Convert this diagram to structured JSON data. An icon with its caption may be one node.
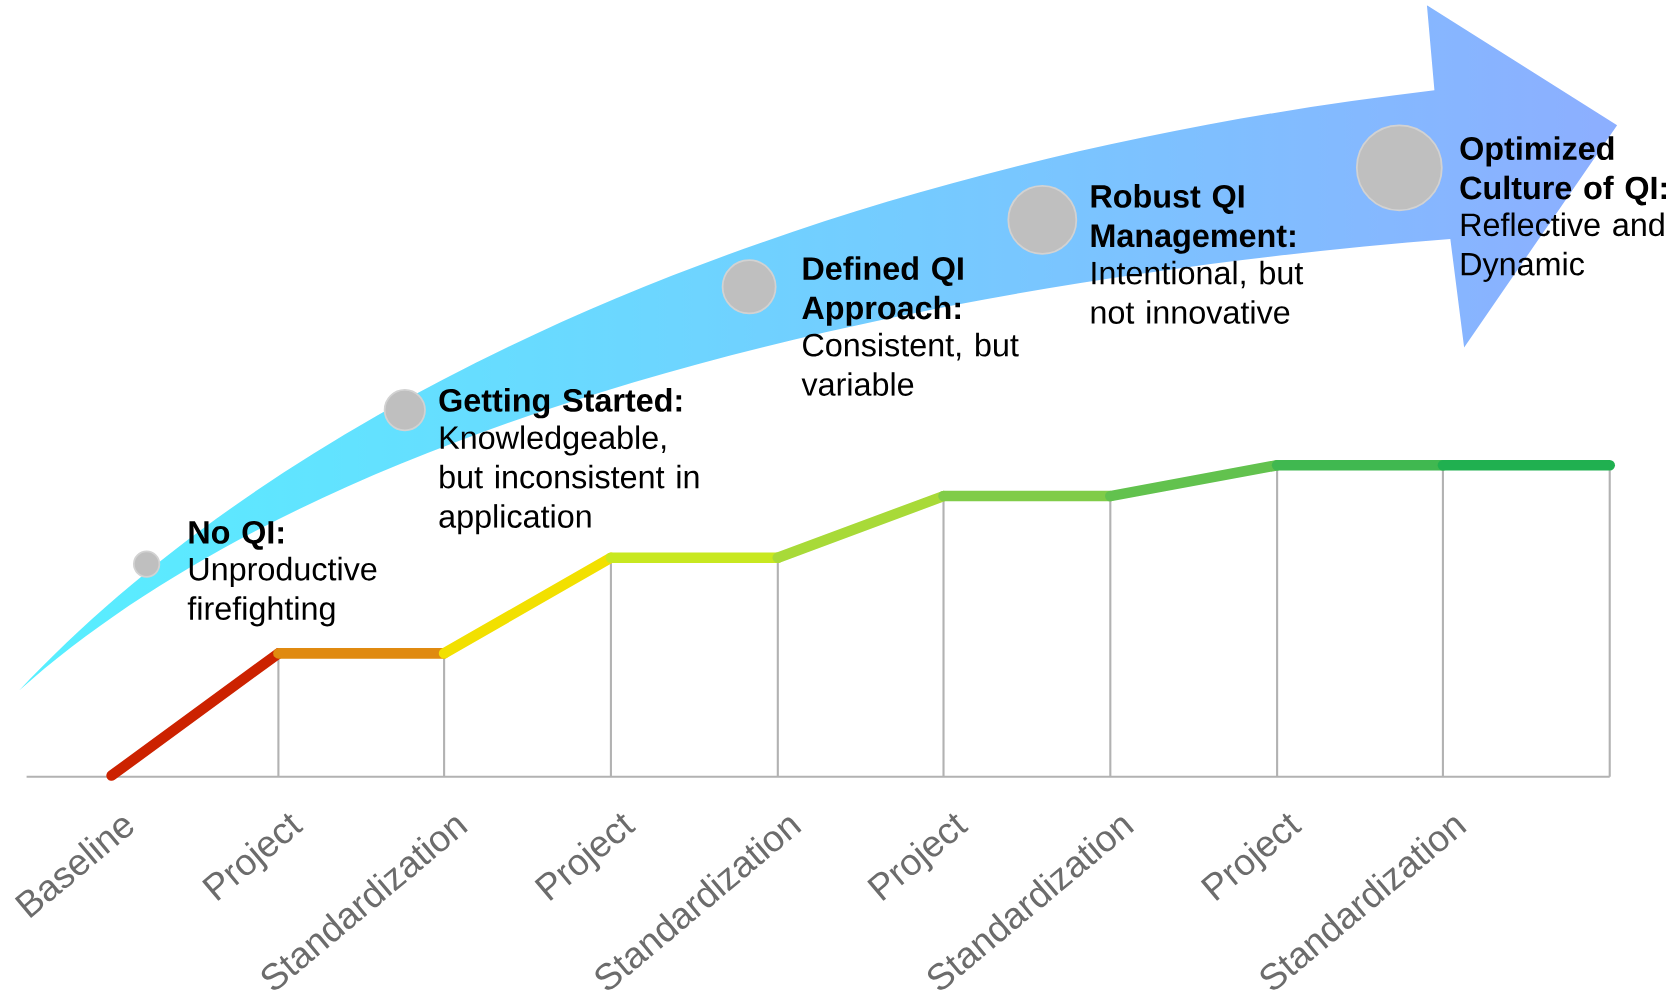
{
  "diagram": {
    "nodes": [
      {
        "text": [],
        "shape": "circle",
        "beside": [
          "No QI:",
          "Unproductive firefighting"
        ]
      },
      {
        "text": [],
        "shape": "circle",
        "beside": [
          "Getting Started:",
          "Knowledgeable, but inconsistent in application"
        ]
      },
      {
        "text": [],
        "shape": "circle",
        "beside": [
          "Defined QI Approach:",
          "Consistent, but variable"
        ]
      },
      {
        "text": [],
        "shape": "circle",
        "beside": [
          "Robust QI Management:",
          "Intentional, but not innovative"
        ]
      },
      {
        "text": [],
        "shape": "circle",
        "beside": [
          "Optimized Culture of QI:",
          "Reflective and Dynamic"
        ]
      }
    ],
    "labels": [
      "Baseline",
      "Project",
      "Standardization",
      "Project",
      "Standardization",
      "Project",
      "Standardization",
      "Project",
      "Standardization"
    ]
  }
}
